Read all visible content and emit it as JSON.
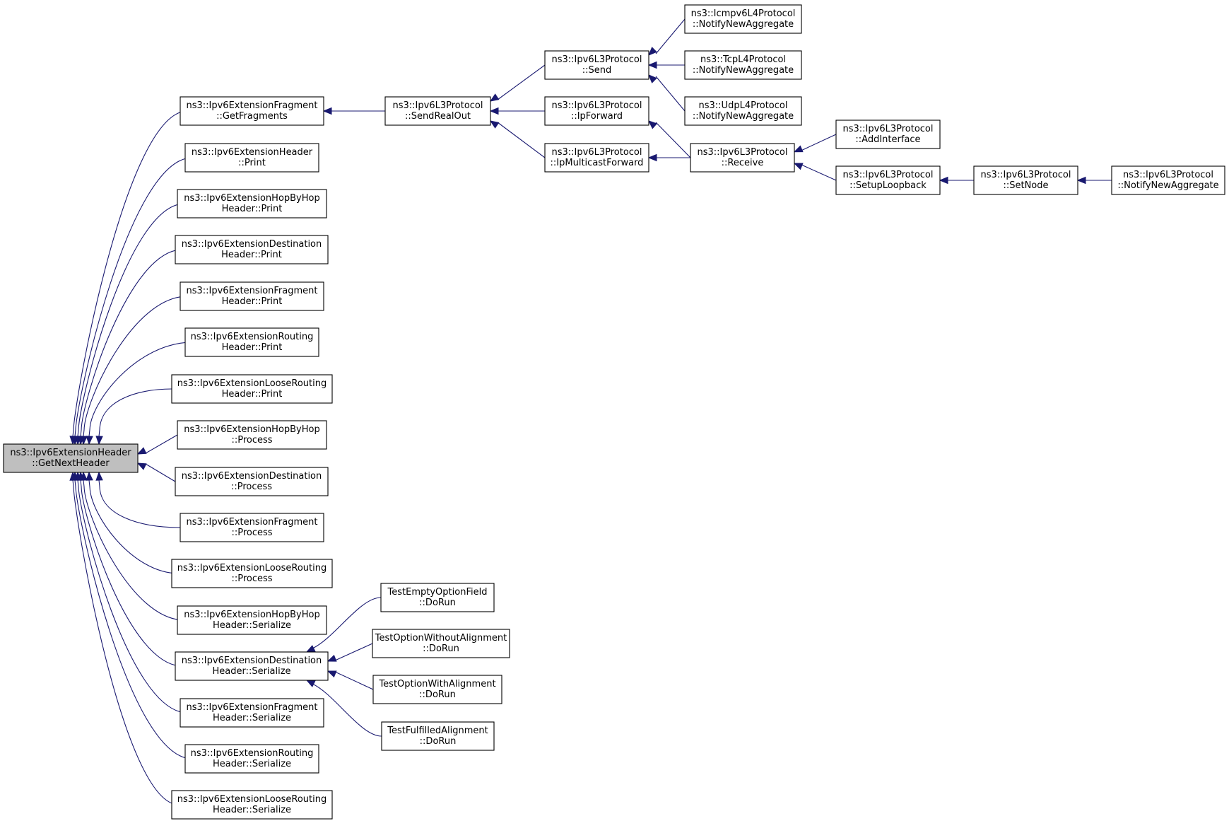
{
  "diagram": {
    "title": "",
    "colors": {
      "edge": "#191970",
      "node_border": "#000000",
      "node_fill": "#ffffff",
      "root_fill": "#bfbfbf"
    },
    "nodes": [
      {
        "id": "root",
        "lines": [
          "ns3::Ipv6ExtensionHeader",
          "::GetNextHeader"
        ],
        "highlighted": true
      },
      {
        "id": "fragGetFragments",
        "lines": [
          "ns3::Ipv6ExtensionFragment",
          "::GetFragments"
        ]
      },
      {
        "id": "extHeaderPrint",
        "lines": [
          "ns3::Ipv6ExtensionHeader",
          "::Print"
        ]
      },
      {
        "id": "hopHeaderPrint",
        "lines": [
          "ns3::Ipv6ExtensionHopByHop",
          "Header::Print"
        ]
      },
      {
        "id": "destHeaderPrint",
        "lines": [
          "ns3::Ipv6ExtensionDestination",
          "Header::Print"
        ]
      },
      {
        "id": "fragHeaderPrint",
        "lines": [
          "ns3::Ipv6ExtensionFragment",
          "Header::Print"
        ]
      },
      {
        "id": "routingHeaderPrint",
        "lines": [
          "ns3::Ipv6ExtensionRouting",
          "Header::Print"
        ]
      },
      {
        "id": "looseHeaderPrint",
        "lines": [
          "ns3::Ipv6ExtensionLooseRouting",
          "Header::Print"
        ]
      },
      {
        "id": "hopProcess",
        "lines": [
          "ns3::Ipv6ExtensionHopByHop",
          "::Process"
        ]
      },
      {
        "id": "destProcess",
        "lines": [
          "ns3::Ipv6ExtensionDestination",
          "::Process"
        ]
      },
      {
        "id": "fragProcess",
        "lines": [
          "ns3::Ipv6ExtensionFragment",
          "::Process"
        ]
      },
      {
        "id": "looseProcess",
        "lines": [
          "ns3::Ipv6ExtensionLooseRouting",
          "::Process"
        ]
      },
      {
        "id": "hopSerialize",
        "lines": [
          "ns3::Ipv6ExtensionHopByHop",
          "Header::Serialize"
        ]
      },
      {
        "id": "destSerialize",
        "lines": [
          "ns3::Ipv6ExtensionDestination",
          "Header::Serialize"
        ]
      },
      {
        "id": "fragSerialize",
        "lines": [
          "ns3::Ipv6ExtensionFragment",
          "Header::Serialize"
        ]
      },
      {
        "id": "routingSerialize",
        "lines": [
          "ns3::Ipv6ExtensionRouting",
          "Header::Serialize"
        ]
      },
      {
        "id": "looseSerialize",
        "lines": [
          "ns3::Ipv6ExtensionLooseRouting",
          "Header::Serialize"
        ]
      },
      {
        "id": "sendRealOut",
        "lines": [
          "ns3::Ipv6L3Protocol",
          "::SendRealOut"
        ]
      },
      {
        "id": "send",
        "lines": [
          "ns3::Ipv6L3Protocol",
          "::Send"
        ]
      },
      {
        "id": "ipForward",
        "lines": [
          "ns3::Ipv6L3Protocol",
          "::IpForward"
        ]
      },
      {
        "id": "ipMulticastForward",
        "lines": [
          "ns3::Ipv6L3Protocol",
          "::IpMulticastForward"
        ]
      },
      {
        "id": "icmpNotify",
        "lines": [
          "ns3::Icmpv6L4Protocol",
          "::NotifyNewAggregate"
        ]
      },
      {
        "id": "tcpNotify",
        "lines": [
          "ns3::TcpL4Protocol",
          "::NotifyNewAggregate"
        ]
      },
      {
        "id": "udpNotify",
        "lines": [
          "ns3::UdpL4Protocol",
          "::NotifyNewAggregate"
        ]
      },
      {
        "id": "receive",
        "lines": [
          "ns3::Ipv6L3Protocol",
          "::Receive"
        ]
      },
      {
        "id": "addInterface",
        "lines": [
          "ns3::Ipv6L3Protocol",
          "::AddInterface"
        ]
      },
      {
        "id": "setupLoopback",
        "lines": [
          "ns3::Ipv6L3Protocol",
          "::SetupLoopback"
        ]
      },
      {
        "id": "setNode",
        "lines": [
          "ns3::Ipv6L3Protocol",
          "::SetNode"
        ]
      },
      {
        "id": "l3Notify",
        "lines": [
          "ns3::Ipv6L3Protocol",
          "::NotifyNewAggregate"
        ]
      },
      {
        "id": "testEmpty",
        "lines": [
          "TestEmptyOptionField",
          "::DoRun"
        ]
      },
      {
        "id": "testWithout",
        "lines": [
          "TestOptionWithoutAlignment",
          "::DoRun"
        ]
      },
      {
        "id": "testWith",
        "lines": [
          "TestOptionWithAlignment",
          "::DoRun"
        ]
      },
      {
        "id": "testFulfilled",
        "lines": [
          "TestFulfilledAlignment",
          "::DoRun"
        ]
      }
    ],
    "edges": [
      {
        "from": "fragGetFragments",
        "to": "root"
      },
      {
        "from": "extHeaderPrint",
        "to": "root"
      },
      {
        "from": "hopHeaderPrint",
        "to": "root"
      },
      {
        "from": "destHeaderPrint",
        "to": "root"
      },
      {
        "from": "fragHeaderPrint",
        "to": "root"
      },
      {
        "from": "routingHeaderPrint",
        "to": "root"
      },
      {
        "from": "looseHeaderPrint",
        "to": "root"
      },
      {
        "from": "hopProcess",
        "to": "root"
      },
      {
        "from": "destProcess",
        "to": "root"
      },
      {
        "from": "fragProcess",
        "to": "root"
      },
      {
        "from": "looseProcess",
        "to": "root"
      },
      {
        "from": "hopSerialize",
        "to": "root"
      },
      {
        "from": "destSerialize",
        "to": "root"
      },
      {
        "from": "fragSerialize",
        "to": "root"
      },
      {
        "from": "routingSerialize",
        "to": "root"
      },
      {
        "from": "looseSerialize",
        "to": "root"
      },
      {
        "from": "sendRealOut",
        "to": "fragGetFragments"
      },
      {
        "from": "send",
        "to": "sendRealOut"
      },
      {
        "from": "ipForward",
        "to": "sendRealOut"
      },
      {
        "from": "ipMulticastForward",
        "to": "sendRealOut"
      },
      {
        "from": "icmpNotify",
        "to": "send"
      },
      {
        "from": "tcpNotify",
        "to": "send"
      },
      {
        "from": "udpNotify",
        "to": "send"
      },
      {
        "from": "receive",
        "to": "ipForward"
      },
      {
        "from": "receive",
        "to": "ipMulticastForward"
      },
      {
        "from": "addInterface",
        "to": "receive"
      },
      {
        "from": "setupLoopback",
        "to": "receive"
      },
      {
        "from": "setNode",
        "to": "setupLoopback"
      },
      {
        "from": "l3Notify",
        "to": "setNode"
      },
      {
        "from": "testEmpty",
        "to": "destSerialize"
      },
      {
        "from": "testWithout",
        "to": "destSerialize"
      },
      {
        "from": "testWith",
        "to": "destSerialize"
      },
      {
        "from": "testFulfilled",
        "to": "destSerialize"
      }
    ]
  }
}
